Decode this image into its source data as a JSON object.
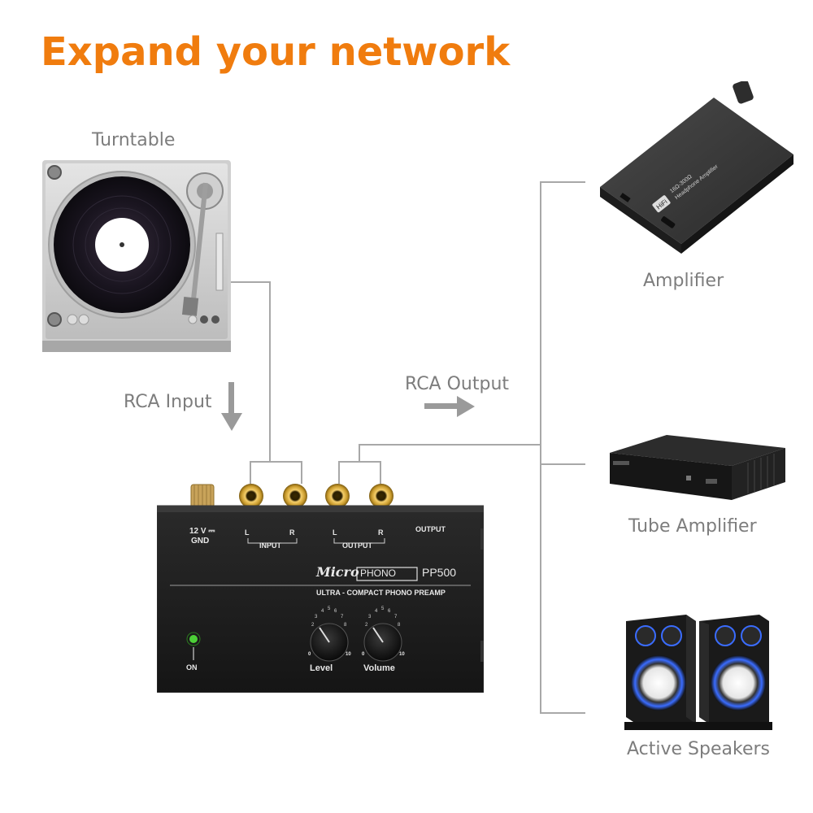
{
  "headline": "Expand your network",
  "labels": {
    "turntable": "Turntable",
    "amplifier": "Amplifier",
    "tube_amplifier": "Tube Amplifier",
    "active_speakers": "Active Speakers",
    "rca_input": "RCA Input",
    "rca_output": "RCA Output"
  },
  "device": {
    "power_label": "12 V ⎓",
    "gnd_label": "GND",
    "input_l": "L",
    "input_r": "R",
    "input_label": "INPUT",
    "output_l": "L",
    "output_r": "R",
    "output_label": "OUTPUT",
    "output_jack_label": "OUTPUT",
    "brand_micro": "Micro",
    "brand_phono": "PHONO",
    "model": "PP500",
    "tagline": "ULTRA - COMPACT  PHONO  PREAMP",
    "on_label": "ON",
    "level_label": "Level",
    "volume_label": "Volume",
    "knob_min": "0",
    "knob_max": "10"
  },
  "amplifier_print": {
    "hifi": "HiFi",
    "spec": "16Ω-300Ω",
    "name": "Headphone Amplifier"
  },
  "colors": {
    "headline": "#f07c0e",
    "label": "#7d7d7d",
    "connector_line": "#a8a8a8",
    "device_body": "#1c1c1c"
  }
}
